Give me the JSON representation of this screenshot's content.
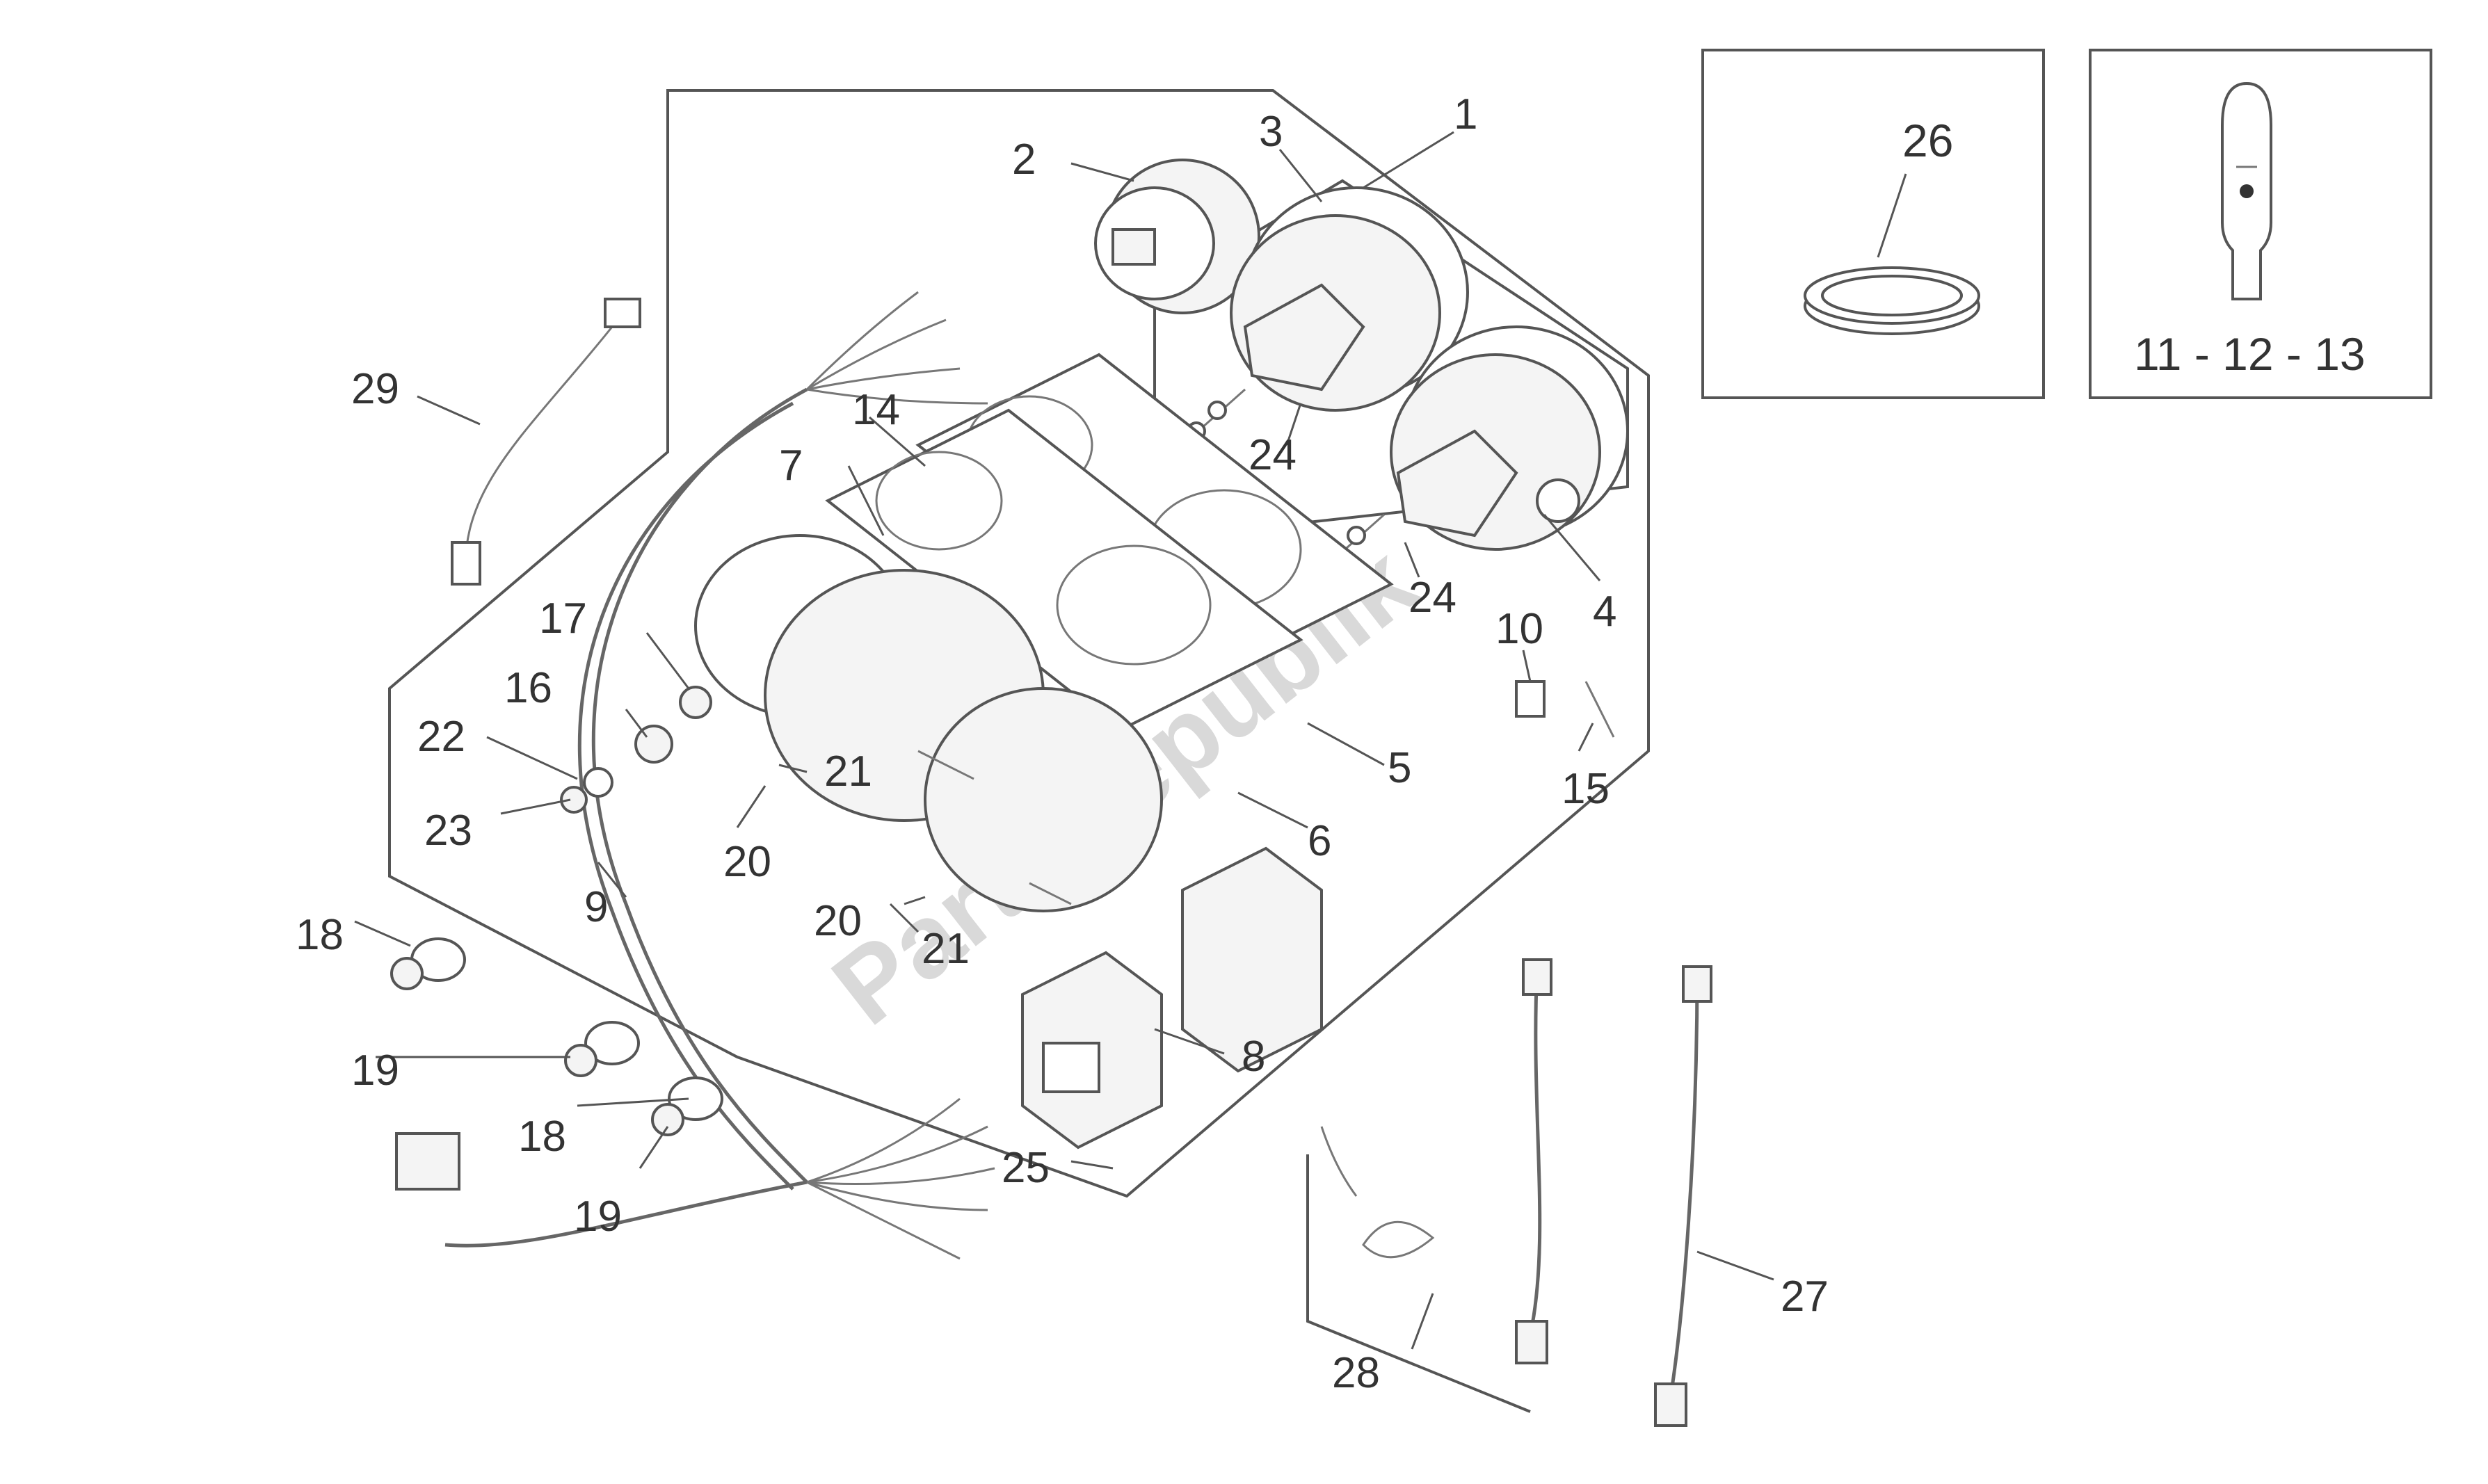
{
  "diagram": {
    "watermark": "PartsRepublik",
    "callouts": {
      "c1": "1",
      "c2": "2",
      "c3": "3",
      "c4": "4",
      "c5": "5",
      "c6": "6",
      "c7": "7",
      "c8": "8",
      "c9": "9",
      "c10": "10",
      "c14": "14",
      "c15": "15",
      "c16": "16",
      "c17": "17",
      "c18a": "18",
      "c18b": "18",
      "c19a": "19",
      "c19b": "19",
      "c20a": "20",
      "c20b": "20",
      "c21a": "21",
      "c21b": "21",
      "c22": "22",
      "c23": "23",
      "c24a": "24",
      "c24b": "24",
      "c25": "25",
      "c27": "27",
      "c28": "28",
      "c29": "29"
    },
    "inset_ring": {
      "label": "26"
    },
    "inset_bulb": {
      "label": "11 - 12 - 13"
    }
  }
}
